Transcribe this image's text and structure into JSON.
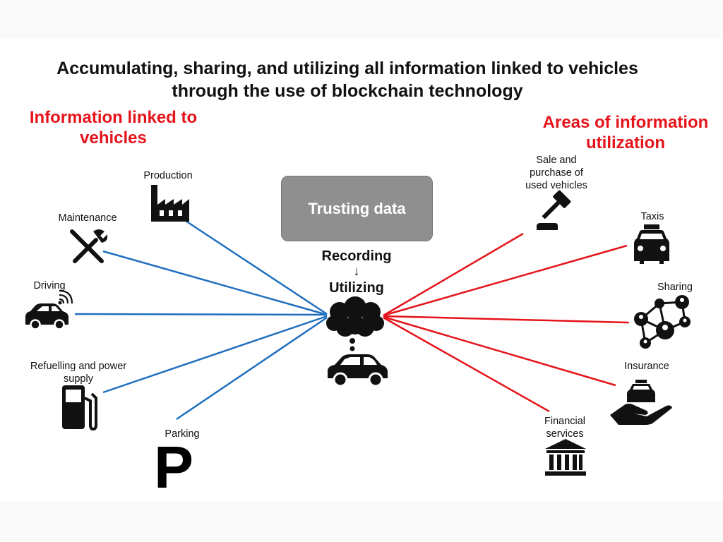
{
  "title": {
    "line1": "Accumulating, sharing, and utilizing all information linked to vehicles",
    "line2": "through the use of blockchain technology"
  },
  "left_heading": {
    "line1": "Information linked to",
    "line2": "vehicles"
  },
  "right_heading": {
    "line1": "Areas of information",
    "line2": "utilization"
  },
  "center": {
    "box": "Trusting data",
    "recording": "Recording",
    "arrow": "↓",
    "utilizing": "Utilizing"
  },
  "left_items": [
    {
      "label": "Production",
      "icon": "factory-icon"
    },
    {
      "label": "Maintenance",
      "icon": "wrench-screwdriver-icon"
    },
    {
      "label": "Driving",
      "icon": "connected-car-icon"
    },
    {
      "label_line1": "Refuelling and power",
      "label_line2": "supply",
      "icon": "fuel-pump-icon"
    },
    {
      "label": "Parking",
      "icon": "parking-icon",
      "symbol": "P"
    }
  ],
  "right_items": [
    {
      "label_line1": "Sale and",
      "label_line2": "purchase of",
      "label_line3": "used vehicles",
      "icon": "gavel-icon"
    },
    {
      "label": "Taxis",
      "icon": "taxi-icon"
    },
    {
      "label": "Sharing",
      "icon": "network-people-icon"
    },
    {
      "label": "Insurance",
      "icon": "hand-car-icon"
    },
    {
      "label_line1": "Financial",
      "label_line2": "services",
      "icon": "bank-icon"
    }
  ],
  "colors": {
    "left_lines": "#1f6fbf",
    "right_lines": "#e5141b",
    "heading": "#e5141b",
    "box": "#8f8f8f"
  }
}
